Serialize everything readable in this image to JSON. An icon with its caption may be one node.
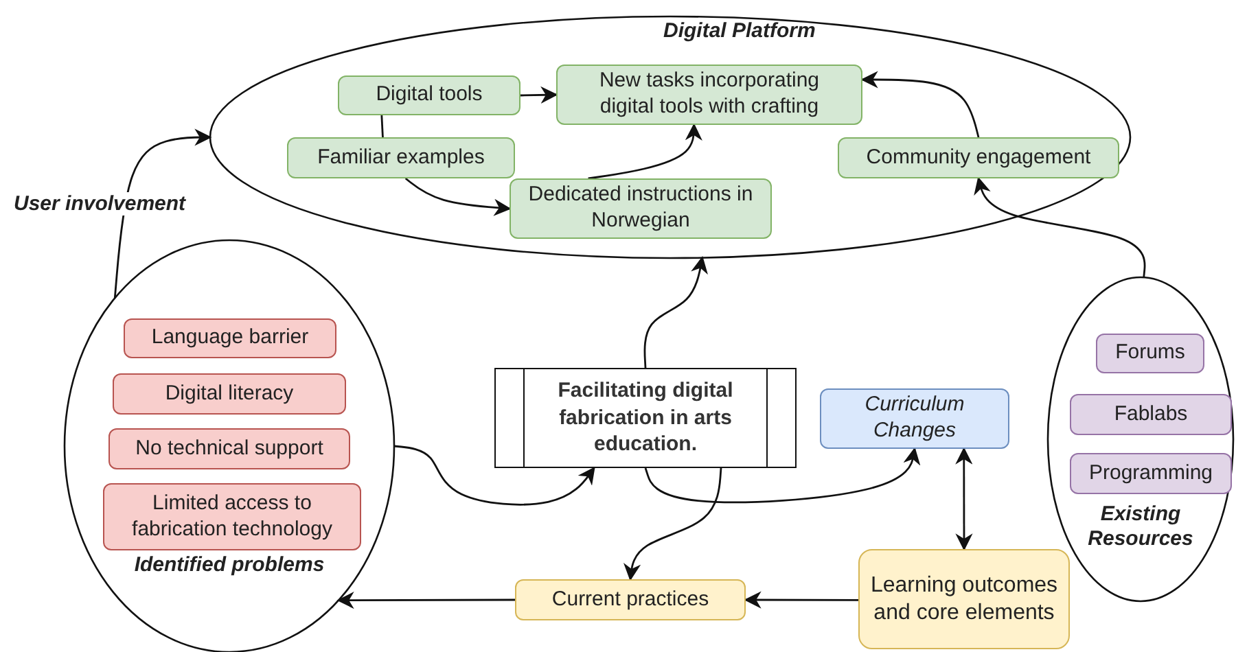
{
  "diagram": {
    "nodes": [
      {
        "text": [
          "Digital Platform"
        ]
      },
      {
        "text": [
          "Digital tools"
        ],
        "in": 0
      },
      {
        "text": [
          "New tasks incorporating digital tools with crafting"
        ],
        "in": 0
      },
      {
        "text": [
          "Familiar examples"
        ],
        "in": 0
      },
      {
        "text": [
          "Dedicated instructions in Norwegian"
        ],
        "in": 0
      },
      {
        "text": [
          "Community engagement"
        ],
        "in": 0
      },
      {
        "text": [
          "Identified problems"
        ]
      },
      {
        "text": [
          "Language barrier"
        ],
        "in": 6
      },
      {
        "text": [
          "Digital literacy"
        ],
        "in": 6
      },
      {
        "text": [
          "No technical support"
        ],
        "in": 6
      },
      {
        "text": [
          "Limited access to fabrication technology"
        ],
        "in": 6
      },
      {
        "text": [
          "Facilitating digital fabrication in arts education."
        ]
      },
      {
        "text": [
          "Curriculum Changes"
        ]
      },
      {
        "text": [
          "Existing Resources"
        ]
      },
      {
        "text": [
          "Forums"
        ],
        "in": 13
      },
      {
        "text": [
          "Fablabs"
        ],
        "in": 13
      },
      {
        "text": [
          "Programming"
        ],
        "in": 13
      },
      {
        "text": [
          "Current practices"
        ]
      },
      {
        "text": [
          "Learning outcomes and core elements"
        ]
      }
    ],
    "edges": [
      {
        "from": 1,
        "to": 2,
        "arrow": "to"
      },
      {
        "from": 1,
        "to": 3,
        "arrow": "none"
      },
      {
        "from": 3,
        "to": 4,
        "arrow": "to"
      },
      {
        "from": 4,
        "to": 2,
        "arrow": "to"
      },
      {
        "from": 5,
        "to": 2,
        "arrow": "to"
      },
      {
        "from": 6,
        "to": 0,
        "arrow": "to",
        "label": "User involvement"
      },
      {
        "from": 6,
        "to": 11,
        "arrow": "to"
      },
      {
        "from": 11,
        "to": 0,
        "arrow": "to"
      },
      {
        "from": 11,
        "to": 12,
        "arrow": "to"
      },
      {
        "from": 11,
        "to": 17,
        "arrow": "to"
      },
      {
        "from": 12,
        "to": 18,
        "arrow": "both"
      },
      {
        "from": 18,
        "to": 17,
        "arrow": "to"
      },
      {
        "from": 17,
        "to": 6,
        "arrow": "to"
      },
      {
        "from": 13,
        "to": 5,
        "arrow": "to"
      }
    ]
  }
}
